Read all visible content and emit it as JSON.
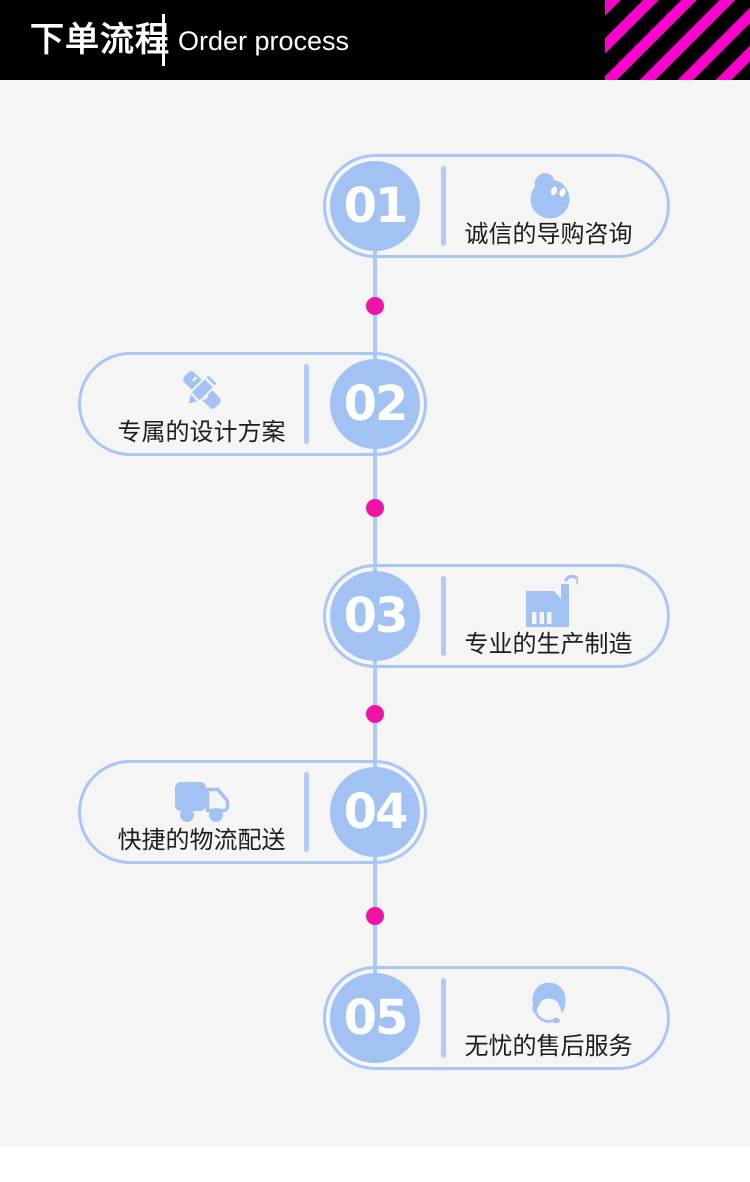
{
  "header": {
    "title": "下单流程",
    "subtitle": "Order process"
  },
  "steps": [
    {
      "number": "01",
      "label": "诚信的导购咨询",
      "icon": "chat-bubble-icon",
      "side": "right"
    },
    {
      "number": "02",
      "label": "专属的设计方案",
      "icon": "design-pencil-ruler-icon",
      "side": "left"
    },
    {
      "number": "03",
      "label": "专业的生产制造",
      "icon": "factory-icon",
      "side": "right"
    },
    {
      "number": "04",
      "label": "快捷的物流配送",
      "icon": "delivery-truck-icon",
      "side": "left"
    },
    {
      "number": "05",
      "label": "无忧的售后服务",
      "icon": "customer-service-icon",
      "side": "right"
    }
  ],
  "colors": {
    "header_bg": "#000000",
    "header_text": "#ffffff",
    "stripe_magenta": "#ff00cc",
    "section_bg": "#f5f5f6",
    "accent_blue": "#a3c2f4",
    "pill_border_blue": "#a9c7f5",
    "connector_blue": "#adc9f5",
    "dot_pink": "#f112a6",
    "label_text": "#1d1d1d",
    "number_text": "#ffffff"
  }
}
